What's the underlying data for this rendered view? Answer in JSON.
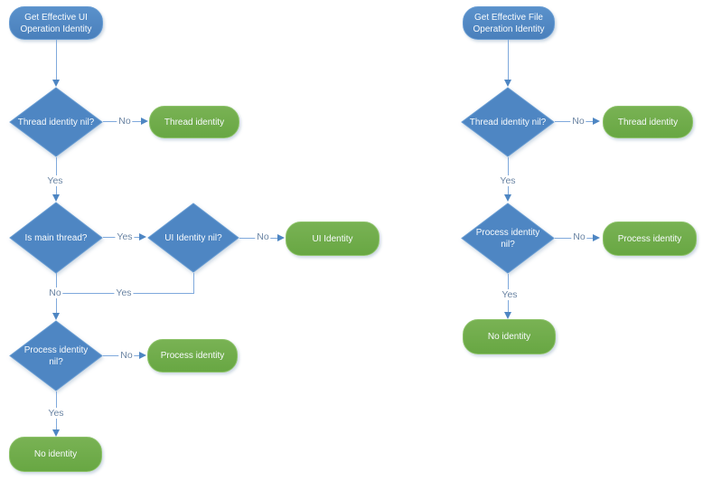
{
  "colors": {
    "node_blue": "#4E86C3",
    "node_blue_border": "#669BD2",
    "node_green": "#6FAC49",
    "node_green_border": "#8CC268",
    "line": "#7FA9DC",
    "arrow": "#4E86C3",
    "edge_label": "#6A84A3",
    "node_text": "#F8FBFD",
    "bg": "#FFFFFF"
  },
  "flowcharts": {
    "ui": {
      "nodes": {
        "start": "Get Effective UI Operation Identity",
        "thread_nil": "Thread identity nil?",
        "is_main": "Is main thread?",
        "ui_nil": "UI Identity nil?",
        "process_nil": "Process identity nil?",
        "thread_identity": "Thread identity",
        "ui_identity": "UI Identity",
        "process_identity": "Process identity",
        "no_identity": "No identity"
      },
      "labels": {
        "thread_no": "No",
        "thread_yes": "Yes",
        "main_yes": "Yes",
        "ui_no": "No",
        "merge_no": "No",
        "merge_yes": "Yes",
        "process_no": "No",
        "process_yes": "Yes"
      }
    },
    "file": {
      "nodes": {
        "start": "Get Effective File Operation Identity",
        "thread_nil": "Thread identity nil?",
        "process_nil": "Process identity nil?",
        "thread_identity": "Thread identity",
        "process_identity": "Process identity",
        "no_identity": "No identity"
      },
      "labels": {
        "thread_no": "No",
        "thread_yes": "Yes",
        "process_no": "No",
        "process_yes": "Yes"
      }
    }
  }
}
